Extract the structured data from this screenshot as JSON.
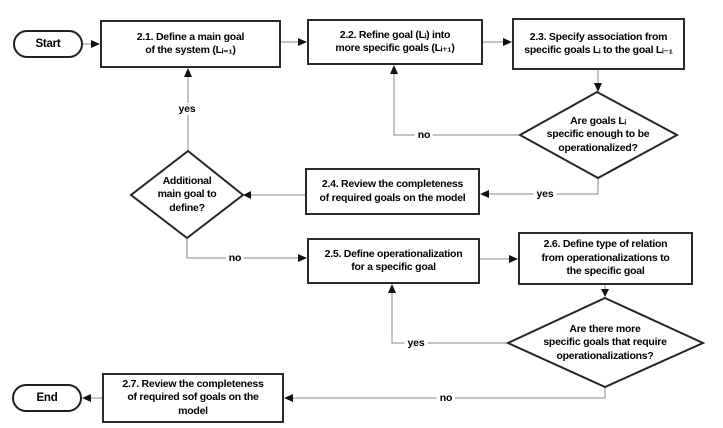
{
  "flowchart": {
    "nodes": {
      "start": {
        "label": "Start"
      },
      "step_2_1": {
        "label": "2.1. Define a main goal\nof the system (Lᵢ₌₁)"
      },
      "step_2_2": {
        "label": "2.2. Refine goal (Lᵢ) into\nmore specific goals (Lᵢ₊₁)"
      },
      "step_2_3": {
        "label": "2.3. Specify association from\nspecific goals Lᵢ to the goal Lᵢ₋₁"
      },
      "decision_goals_specific": {
        "label": "Are goals Lᵢ\nspecific enough to be\noperationalized?"
      },
      "decision_additional_goal": {
        "label": "Additional\nmain goal to\ndefine?"
      },
      "step_2_4": {
        "label": "2.4. Review the completeness\nof required goals on the model"
      },
      "step_2_5": {
        "label": "2.5. Define operationalization\nfor a specific goal"
      },
      "step_2_6": {
        "label": "2.6. Define type of relation\nfrom operationalizations to\nthe specific goal"
      },
      "decision_more_goals": {
        "label": "Are there more\nspecific goals that require\noperationalizations?"
      },
      "step_2_7": {
        "label": "2.7. Review the completeness\nof required sof goals on the\nmodel"
      },
      "end": {
        "label": "End"
      }
    },
    "edge_labels": {
      "specific_no": "no",
      "specific_yes": "yes",
      "additional_yes": "yes",
      "additional_no": "no",
      "more_yes": "yes",
      "more_no": "no"
    },
    "colors": {
      "node_border": "#2a2a2a",
      "connector": "#8a8a8a",
      "arrowhead": "#111111",
      "text": "#000000",
      "background": "#ffffff"
    }
  }
}
